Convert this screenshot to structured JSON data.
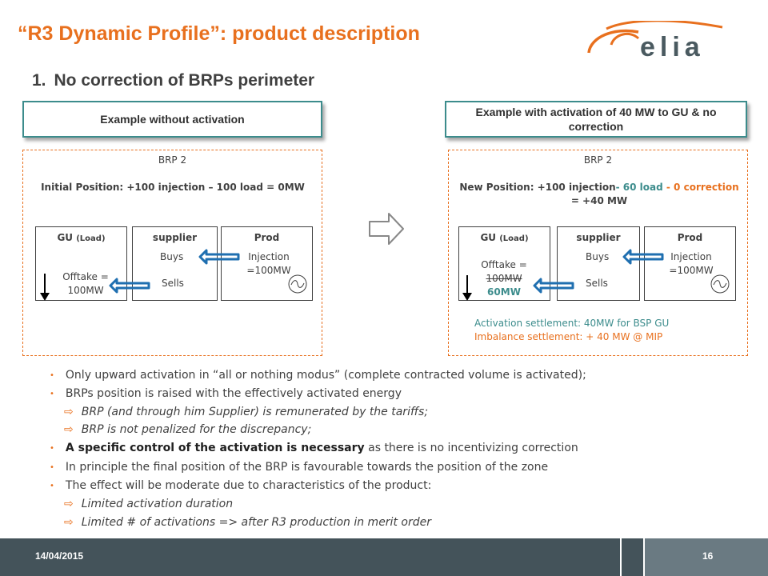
{
  "slide": {
    "title": "“R3 Dynamic Profile”: product description",
    "subtitle_number": "1.",
    "subtitle": "No correction of BRPs perimeter"
  },
  "logo": {
    "text": "elia",
    "color": "#e8701e"
  },
  "left": {
    "header": "Example without activation",
    "brp": "BRP 2",
    "position_label": "Initial Position:",
    "position_value": "+100 injection – 100 load = 0MW",
    "gu_title": "GU",
    "gu_title_small": "(Load)",
    "gu_text": "Offtake = 100MW",
    "supplier_title": "supplier",
    "supplier_buys": "Buys",
    "supplier_sells": "Sells",
    "prod_title": "Prod",
    "prod_text": "Injection =100MW"
  },
  "arrow": {
    "icon": "hollow-right-arrow-icon"
  },
  "right": {
    "header": "Example with activation of 40 MW to GU & no correction",
    "brp": "BRP 2",
    "position_part1": "New Position: +100 injection",
    "position_part2": "- 60",
    "position_part3": "load",
    "position_part4": "- 0",
    "position_part5": "correction",
    "position_part6": "= +40 MW",
    "gu_title": "GU",
    "gu_title_small": "(Load)",
    "gu_text": "Offtake =",
    "gu_old_value": "100MW",
    "gu_new_value": "60MW",
    "supplier_title": "supplier",
    "supplier_buys": "Buys",
    "supplier_sells": "Sells",
    "prod_title": "Prod",
    "prod_text": "Injection =100MW",
    "settlement1": "Activation settlement: 40MW for BSP GU",
    "settlement2": "Imbalance settlement:  + 40 MW @ MIP"
  },
  "bullets": [
    {
      "text": "Only upward activation in “all or nothing modus” (complete contracted volume is activated);"
    },
    {
      "text": "BRPs position is raised with the effectively activated energy"
    },
    {
      "sub": "BRP (and through him Supplier) is remunerated by the tariffs;"
    },
    {
      "sub": "BRP is not penalized for the discrepancy;"
    },
    {
      "bold": "A specific control of the activation is necessary",
      "text": " as there is no incentivizing correction"
    },
    {
      "text": "In principle the final position of the BRP is favourable towards the position of the zone"
    },
    {
      "text": "The effect will be moderate due to characteristics of  the product:"
    },
    {
      "sub": "Limited activation duration"
    },
    {
      "sub": "Limited # of activations => after R3 production in merit order"
    }
  ],
  "bullet_glyph": "•",
  "sub_glyph": "⇨",
  "footer": {
    "date": "14/04/2015",
    "page": "16"
  },
  "colors": {
    "accent": "#e8701e",
    "teal": "#3c8c8c",
    "arrow_blue": "#1f6fb0",
    "footer": "#44535a"
  }
}
